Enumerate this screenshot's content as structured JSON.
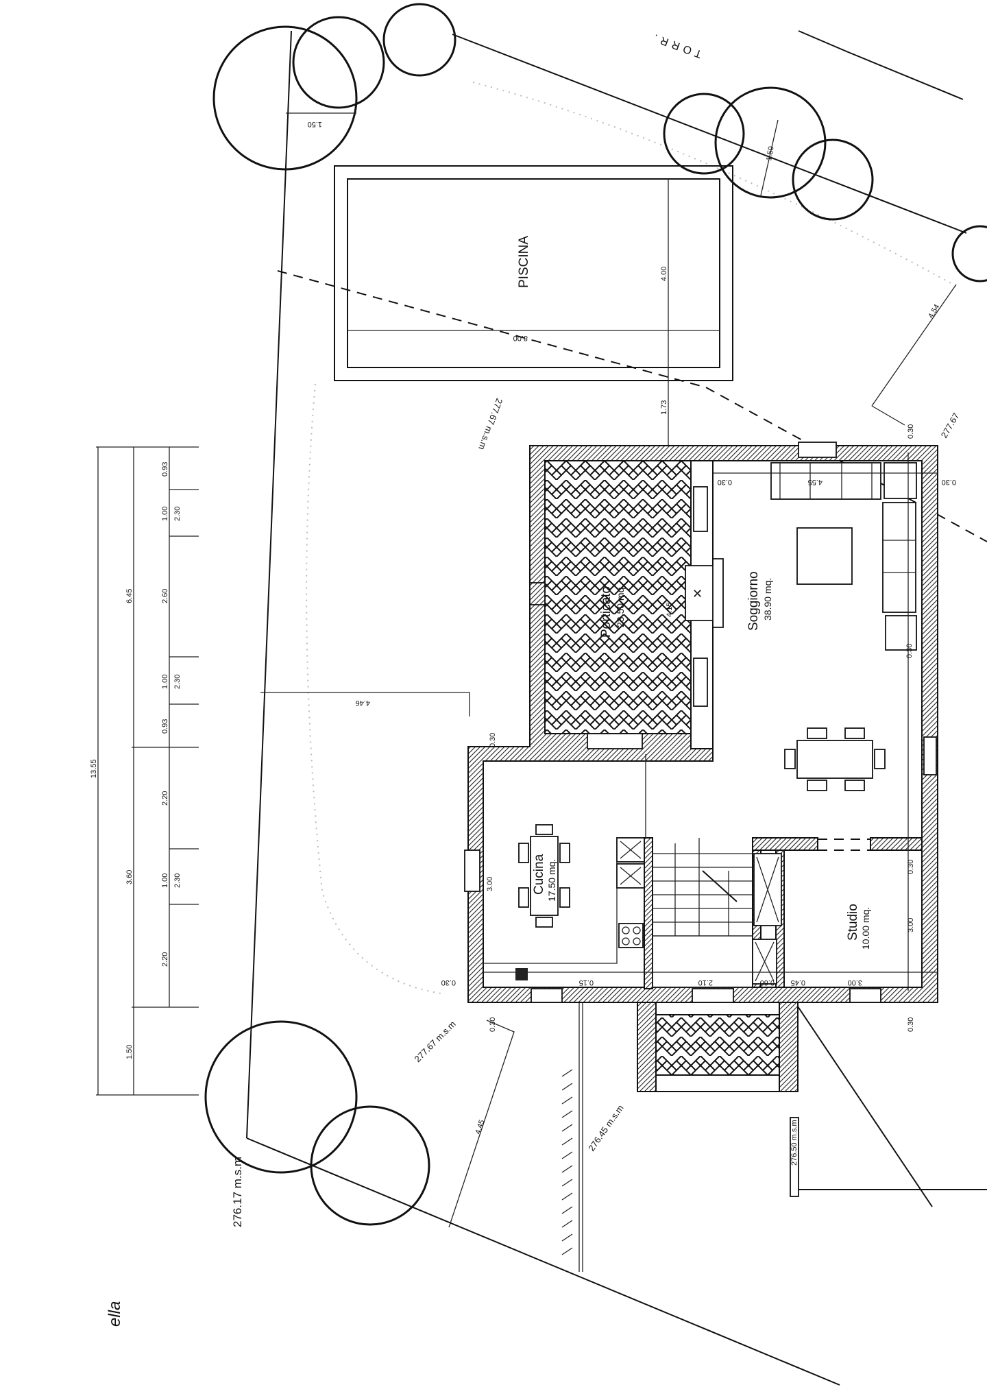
{
  "drawing": {
    "street_label": "TORR.",
    "corner_label": "ella",
    "colors": {
      "ink": "#111111",
      "paper": "#ffffff"
    },
    "rooms": [
      {
        "name": "PISCINA",
        "area": ""
      },
      {
        "name": "Porticato",
        "area": "23.50 mq."
      },
      {
        "name": "Soggiorno",
        "area": "38.90 mq."
      },
      {
        "name": "Cucina",
        "area": "17.50 mq."
      },
      {
        "name": "Studio",
        "area": "10.00 mq."
      }
    ],
    "pool_dims": {
      "length": "8.00",
      "width": "4.00",
      "to_house": "1.73"
    },
    "elevations": [
      "277.67 m.s.m",
      "277.67 m.s.m",
      "276.17 m.s.m",
      "276.45 m.s.m",
      "277.67",
      "276.50 m.s.m"
    ],
    "site_dims": {
      "tree_left": "1.50",
      "tree_right": "1.50",
      "right_offset": "4.54",
      "left_offset": "4.46",
      "bottom_offset": "4.45"
    },
    "dim_chain_total": "13.55",
    "dim_chain_mid": [
      "6.45",
      "3.60",
      "1.50"
    ],
    "dim_chain_fine": [
      "0.93",
      "1.00",
      "2.30",
      "2.60",
      "1.00",
      "2.30",
      "0.93",
      "2.20",
      "1.00",
      "2.30",
      "2.20"
    ],
    "wall_dims": [
      "0.30",
      "0.30",
      "0.30",
      "0.30",
      "0.30",
      "0.30",
      "3.00",
      "3.00",
      "0.15",
      "2.10",
      "0.60",
      "0.45",
      "3.00",
      "0.30",
      "4.55",
      "4.15",
      "0.30",
      "0.30"
    ]
  }
}
